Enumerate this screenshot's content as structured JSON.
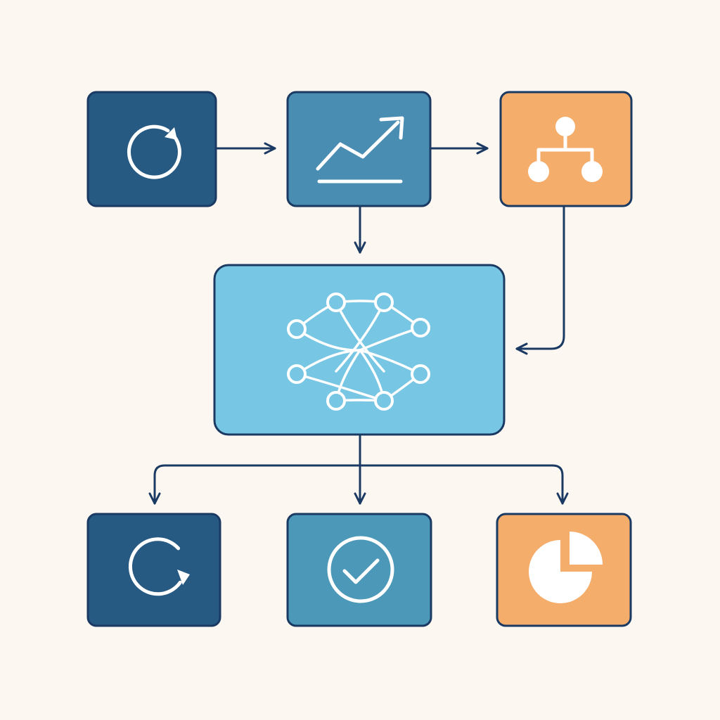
{
  "colors": {
    "background": "#fcf8f1",
    "outline": "#1b3a63",
    "dark_blue": "#275a83",
    "mid_blue": "#4a8db3",
    "teal_blue": "#4b98b8",
    "light_blue": "#77c6e3",
    "orange": "#f5ad6b",
    "icon": "#ffffff"
  },
  "nodes": [
    {
      "id": "refresh-top",
      "icon": "refresh-icon",
      "color": "dark_blue"
    },
    {
      "id": "growth",
      "icon": "trend-up-icon",
      "color": "mid_blue"
    },
    {
      "id": "hierarchy",
      "icon": "hierarchy-icon",
      "color": "orange"
    },
    {
      "id": "network",
      "icon": "network-icon",
      "color": "light_blue"
    },
    {
      "id": "refresh-bottom",
      "icon": "refresh-icon",
      "color": "dark_blue"
    },
    {
      "id": "check",
      "icon": "check-circle-icon",
      "color": "teal_blue"
    },
    {
      "id": "pie",
      "icon": "pie-chart-icon",
      "color": "orange"
    }
  ],
  "edges": [
    {
      "from": "refresh-top",
      "to": "growth"
    },
    {
      "from": "growth",
      "to": "hierarchy"
    },
    {
      "from": "growth",
      "to": "network"
    },
    {
      "from": "hierarchy",
      "to": "network"
    },
    {
      "from": "network",
      "to": "refresh-bottom"
    },
    {
      "from": "network",
      "to": "check"
    },
    {
      "from": "network",
      "to": "pie"
    }
  ]
}
